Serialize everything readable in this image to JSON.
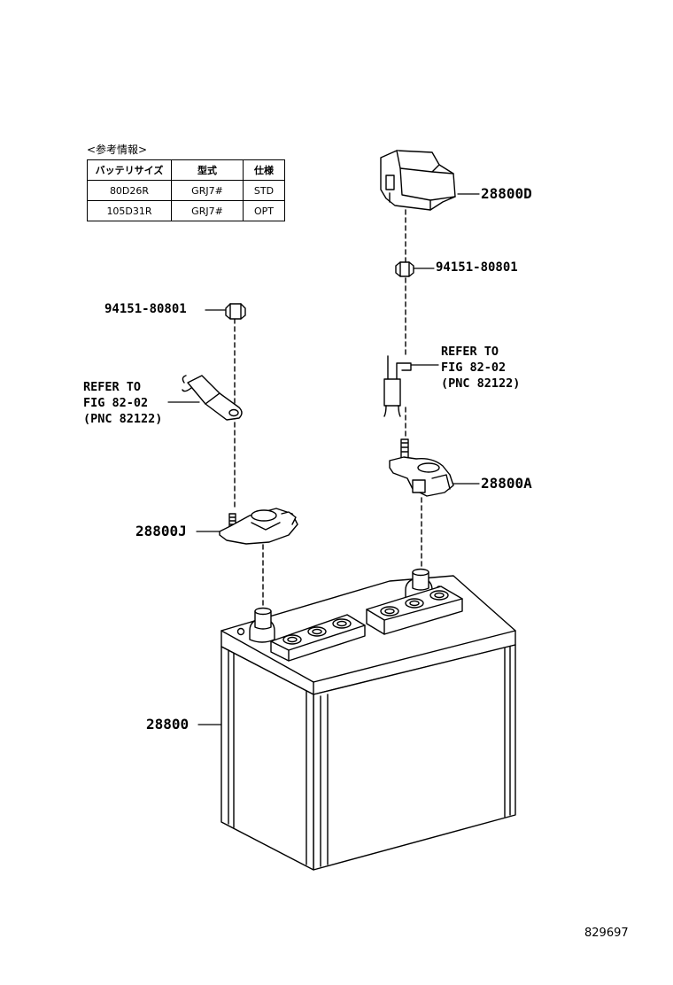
{
  "reference": {
    "title": "<参考情報>",
    "headers": [
      "バッテリサイズ",
      "型式",
      "仕様"
    ],
    "rows": [
      [
        "80D26R",
        "GRJ7#",
        "STD"
      ],
      [
        "105D31R",
        "GRJ7#",
        "OPT"
      ]
    ]
  },
  "labels": {
    "cover": "28800D",
    "nut_right": "94151-80801",
    "nut_left": "94151-80801",
    "refer_right": [
      "REFER TO",
      "FIG 82-02",
      "(PNC 82122)"
    ],
    "refer_left": [
      "REFER TO",
      "FIG 82-02",
      "(PNC 82122)"
    ],
    "terminal_pos": "28800A",
    "terminal_neg": "28800J",
    "battery": "28800"
  },
  "figure_number": "829697"
}
